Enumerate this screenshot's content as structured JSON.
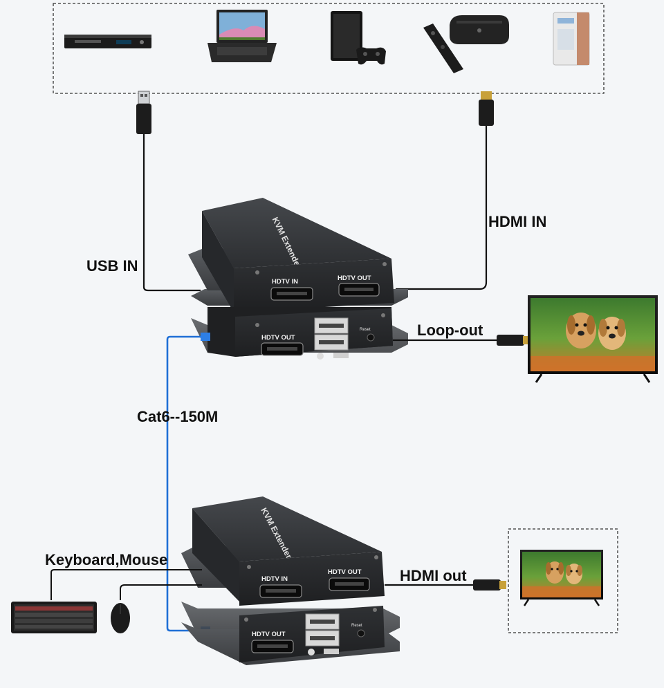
{
  "labels": {
    "usb_in": "USB IN",
    "hdmi_in": "HDMI IN",
    "loop_out": "Loop-out",
    "cat6": "Cat6--150M",
    "keyboard_mouse": "Keyboard,Mouse",
    "hdmi_out": "HDMI out"
  },
  "device": {
    "brand": "KVM Extender",
    "port_hdtv_in": "HDTV IN",
    "port_hdtv_out": "HDTV OUT",
    "reset": "Reset"
  },
  "colors": {
    "network_cable": "#1f6fd6",
    "cable": "#111111",
    "device_body": "#3a3c3f"
  }
}
